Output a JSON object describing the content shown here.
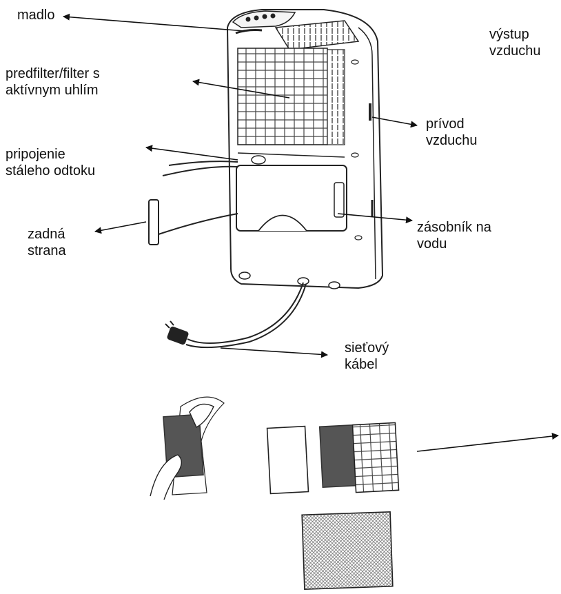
{
  "labels": {
    "handle": "madlo",
    "air_outlet_1": "výstup",
    "air_outlet_2": "vzduchu",
    "prefilter_1": "predfilter/filter s",
    "prefilter_2": "aktívnym uhlím",
    "air_inlet_1": "prívod",
    "air_inlet_2": "vzduchu",
    "drain_1": "pripojenie",
    "drain_2": "stáleho odtoku",
    "back_1": "zadná",
    "back_2": "strana",
    "tank_1": "zásobník na",
    "tank_2": "vodu",
    "cable_1": "sieťový",
    "cable_2": "kábel"
  },
  "colors": {
    "line": "#222222",
    "carbon_filter": "#555555",
    "device_fill": "#ffffff"
  }
}
